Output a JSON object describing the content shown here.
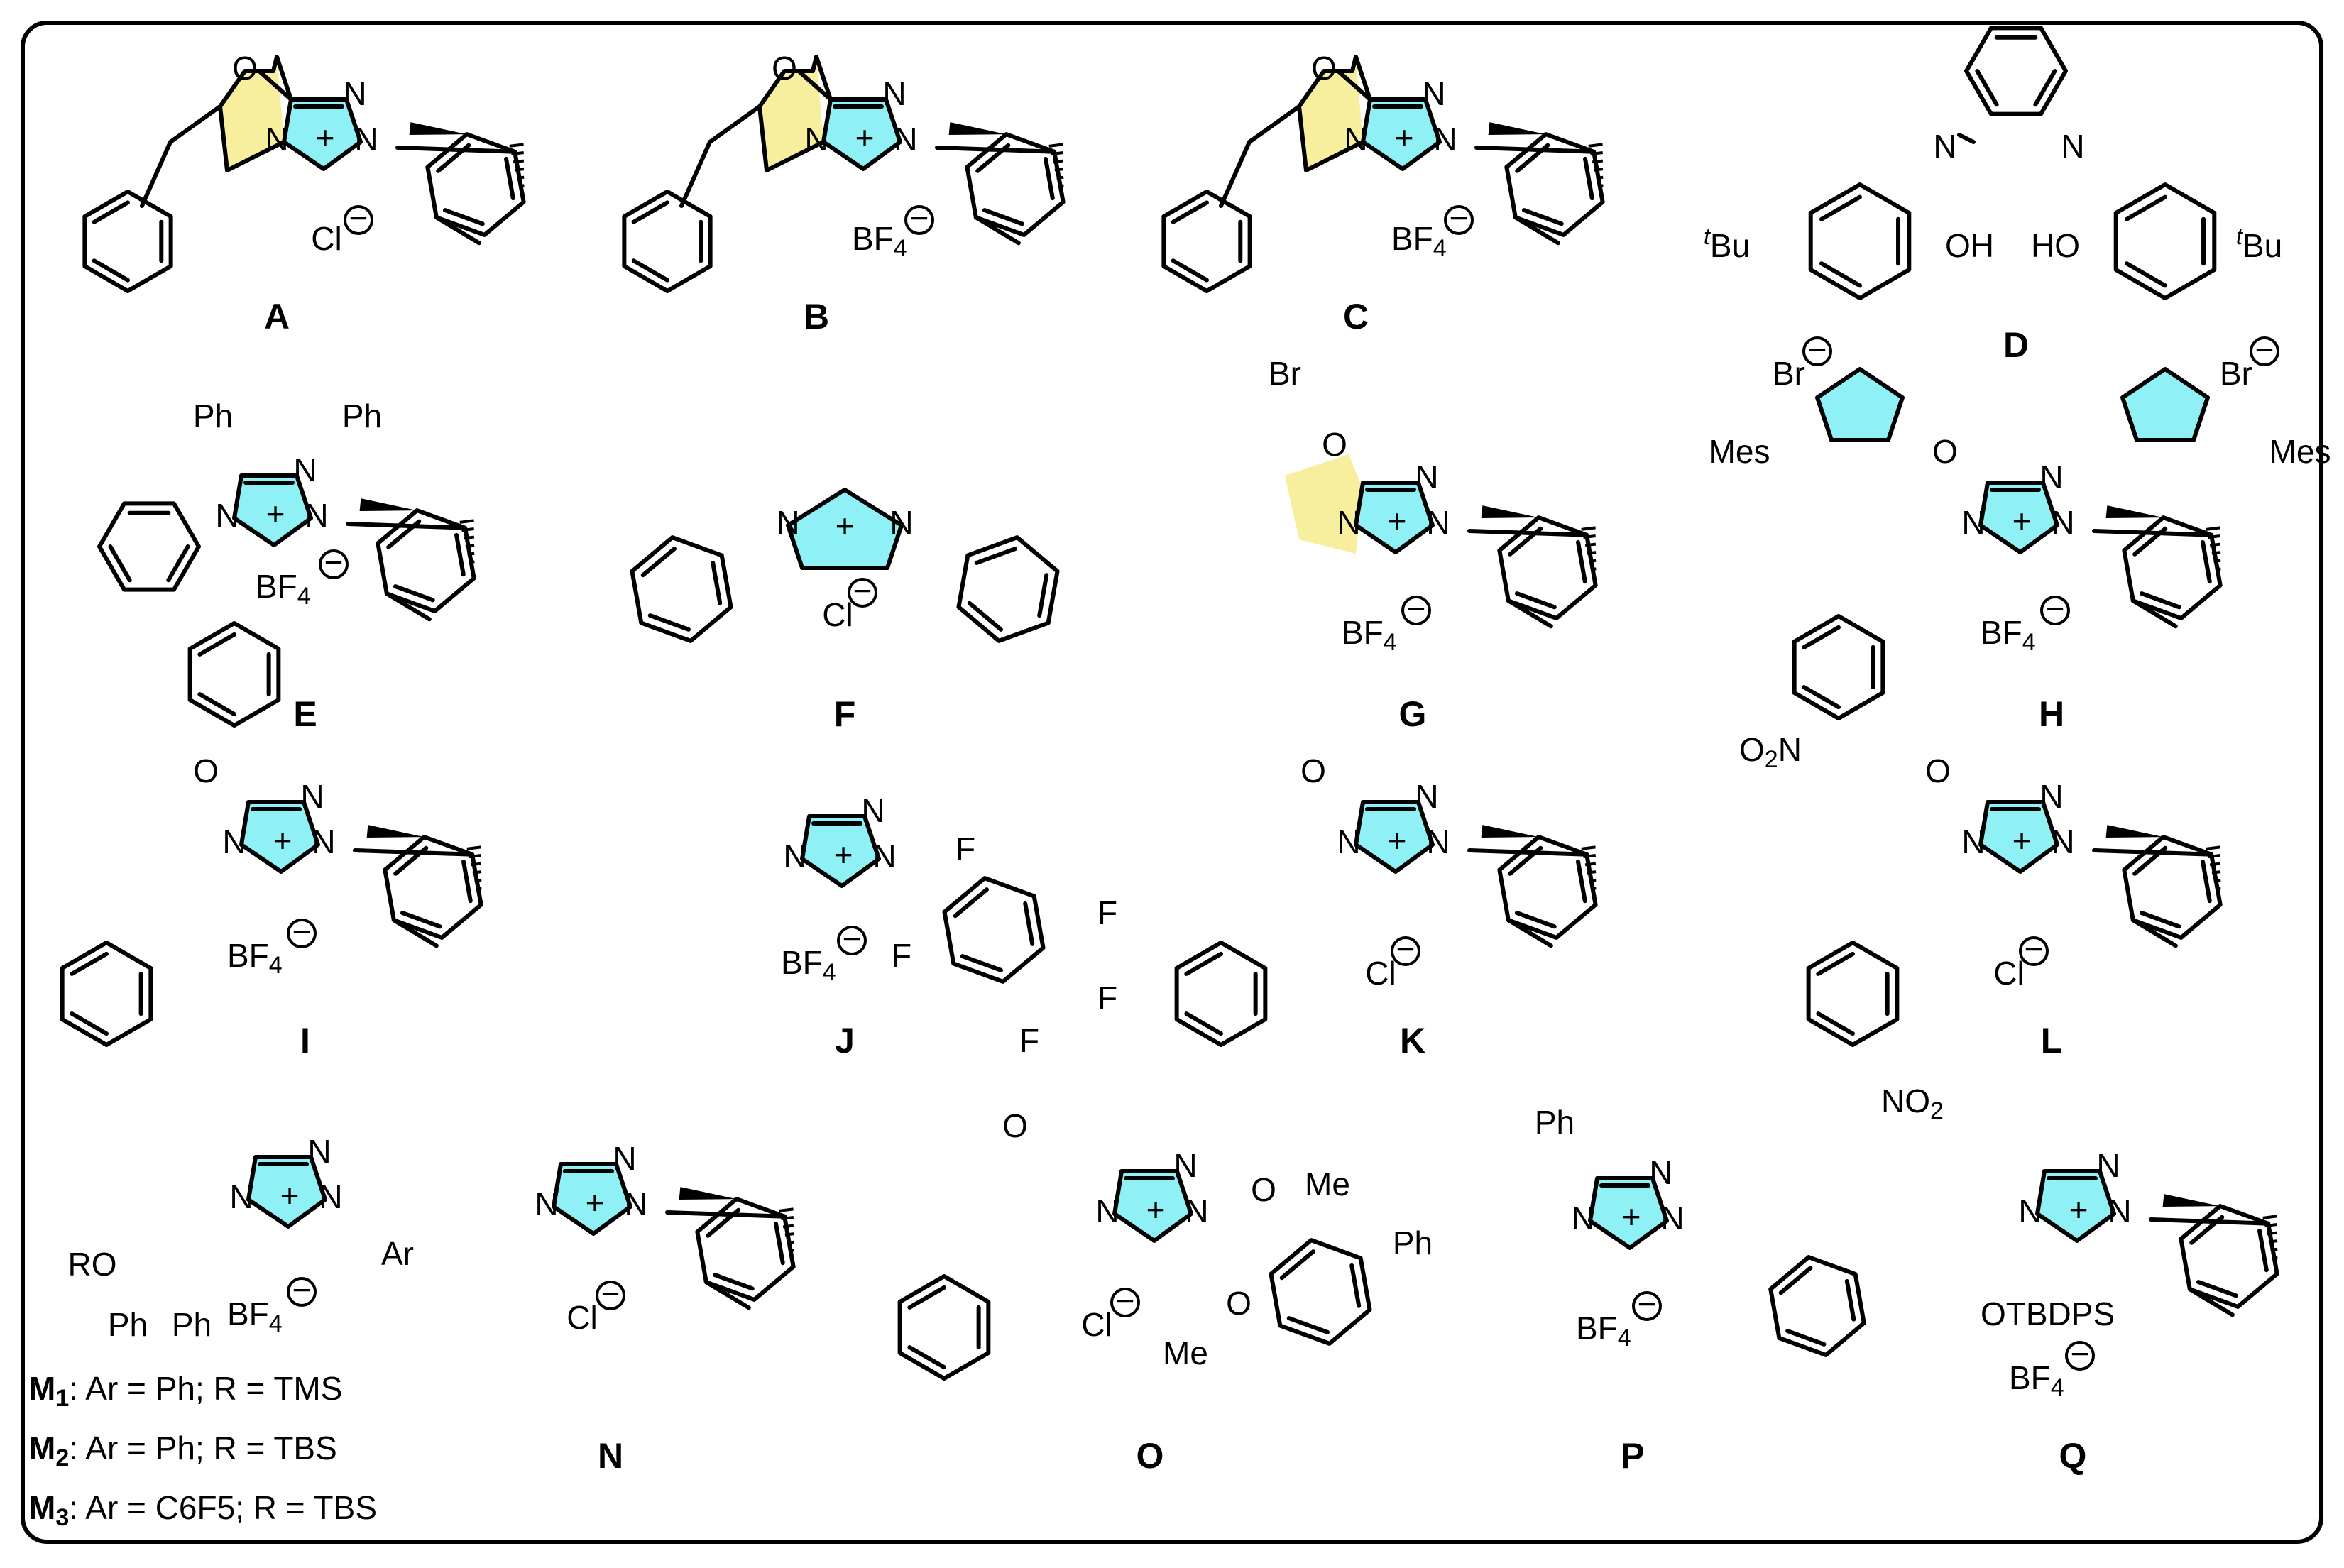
{
  "colors": {
    "triazolium_fill": "#8ff0f6",
    "ring_fill": "#f8ef9e",
    "frame": "#000000"
  },
  "compounds": [
    {
      "id": "A",
      "counterion": "Cl",
      "charge": "+",
      "anion_charge": "−"
    },
    {
      "id": "B",
      "counterion": "BF4"
    },
    {
      "id": "C",
      "counterion": "BF4",
      "substituent": "Br"
    },
    {
      "id": "D",
      "substituents": [
        "tBu",
        "OH",
        "HO",
        "tBu",
        "Br",
        "Br",
        "Mes",
        "Mes"
      ]
    },
    {
      "id": "E",
      "substituents": [
        "Ph",
        "Ph"
      ],
      "counterion": "BF4"
    },
    {
      "id": "F",
      "counterion": "Cl"
    },
    {
      "id": "G",
      "counterion": "BF4"
    },
    {
      "id": "H",
      "counterion": "BF4",
      "substituent": "O2N"
    },
    {
      "id": "I",
      "counterion": "BF4"
    },
    {
      "id": "J",
      "counterion": "BF4",
      "substituent": "F"
    },
    {
      "id": "K",
      "counterion": "Cl"
    },
    {
      "id": "L",
      "counterion": "Cl",
      "substituent": "NO2"
    },
    {
      "id": "N",
      "counterion": "Cl"
    },
    {
      "id": "O",
      "counterion": "Cl",
      "substituents": [
        "O",
        "Me",
        "O",
        "Me"
      ]
    },
    {
      "id": "P",
      "substituents": [
        "Ph",
        "Ph"
      ],
      "counterion": "BF4"
    },
    {
      "id": "Q",
      "counterion": "BF4",
      "substituent": "OTBDPS"
    }
  ],
  "m_series": {
    "ar_label": "Ar",
    "ro_label": "RO",
    "ph_label": "Ph",
    "counterion": "BF4",
    "rows": [
      {
        "id": "M",
        "sub": "1",
        "text": ": Ar = Ph; R = TMS"
      },
      {
        "id": "M",
        "sub": "2",
        "text": ": Ar = Ph; R = TBS"
      },
      {
        "id": "M",
        "sub": "3",
        "text": ": Ar = C6F5; R = TBS"
      }
    ]
  },
  "labels": {
    "N": "N",
    "O": "O",
    "plus": "+",
    "minus": "−",
    "Cl": "Cl",
    "BF4": "BF",
    "sub4": "4",
    "Br": "Br",
    "Ph": "Ph",
    "Mes": "Mes",
    "tBu_t": "t",
    "tBu": "Bu",
    "OH": "OH",
    "HO": "HO",
    "F": "F",
    "Me": "Me",
    "O2N_O": "O",
    "O2N_2": "2",
    "O2N_N": "N",
    "NO2_NO": "NO",
    "NO2_2": "2",
    "OTBDPS": "OTBDPS"
  }
}
